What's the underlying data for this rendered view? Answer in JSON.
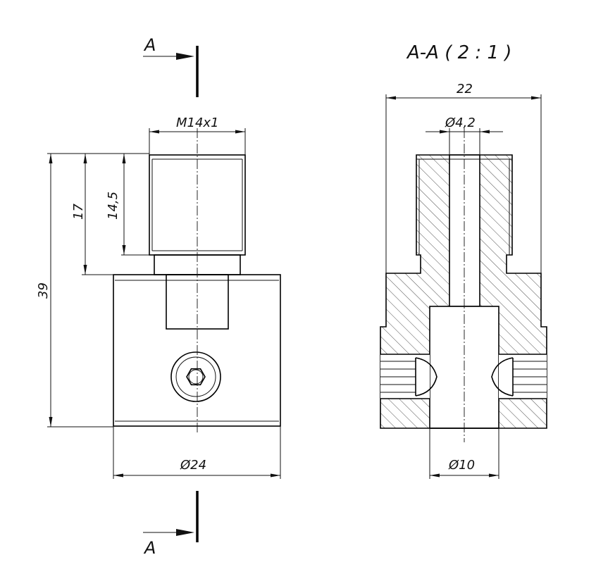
{
  "section_title": "A-A ( 2 : 1 )",
  "section_marks": {
    "top": "A",
    "bottom": "A"
  },
  "dimensions": {
    "thread": "M14x1",
    "len17": "17",
    "len14_5": "14,5",
    "len39": "39",
    "dia24": "Ø24",
    "width22": "22",
    "dia4_2": "Ø4,2",
    "dia10": "Ø10"
  }
}
